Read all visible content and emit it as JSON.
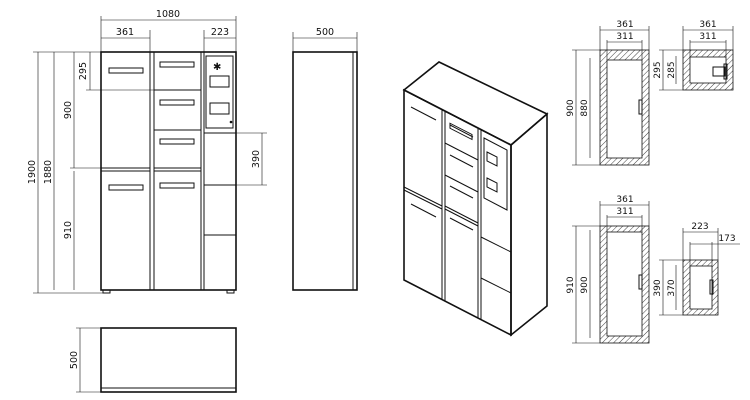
{
  "front_view": {
    "overall_width": "1080",
    "left_column_width": "361",
    "right_column_width": "223",
    "overall_height": "1900",
    "inner_height": "1880",
    "upper_door_height": "900",
    "lower_door_height": "910",
    "drawer_height": "295",
    "small_door_height": "390"
  },
  "side_view": {
    "depth": "500"
  },
  "top_view": {
    "depth": "500"
  },
  "section_large_upper": {
    "outer_width": "361",
    "inner_width": "311",
    "outer_height": "900",
    "inner_height": "880"
  },
  "section_small_upper": {
    "outer_width": "361",
    "inner_width": "311",
    "outer_height": "295",
    "inner_height": "285"
  },
  "section_large_lower": {
    "outer_width": "361",
    "inner_width": "311",
    "outer_height": "910",
    "inner_height": "900"
  },
  "section_small_lower": {
    "outer_width": "223",
    "inner_width": "173",
    "outer_height": "390",
    "inner_height": "370"
  },
  "colors": {
    "line": "#111111",
    "background": "#ffffff"
  }
}
